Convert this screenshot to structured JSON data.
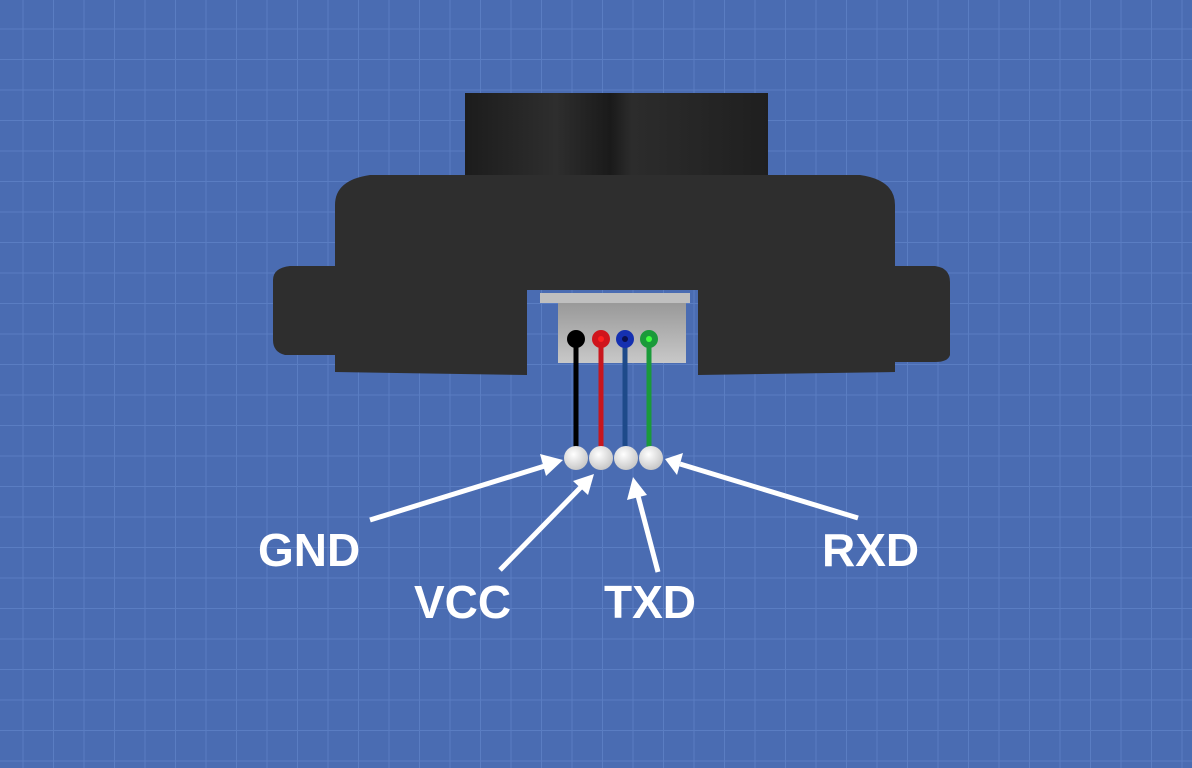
{
  "diagram": {
    "pins": [
      {
        "label": "GND",
        "wire_color": "#000000"
      },
      {
        "label": "VCC",
        "wire_color": "#c8161d"
      },
      {
        "label": "TXD",
        "wire_color": "#1e4a8a"
      },
      {
        "label": "RXD",
        "wire_color": "#1a9a3a"
      }
    ],
    "colors": {
      "background": "#4a6cb2",
      "grid": "#5a7dc2",
      "body": "#2e2e2e"
    }
  }
}
